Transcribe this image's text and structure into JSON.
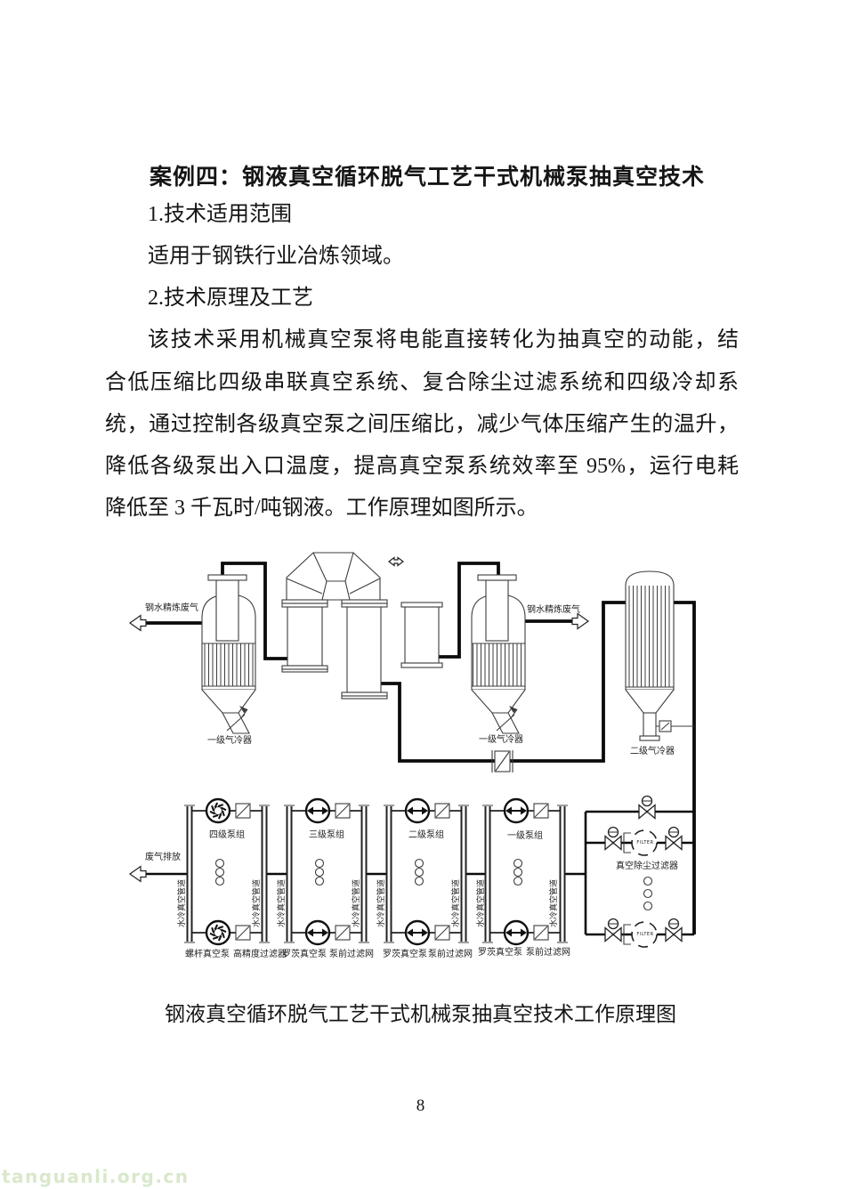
{
  "document": {
    "title": "案例四：钢液真空循环脱气工艺干式机械泵抽真空技术",
    "body_lines": [
      "1.技术适用范围",
      "适用于钢铁行业冶炼领域。",
      "2.技术原理及工艺",
      "该技术采用机械真空泵将电能直接转化为抽真空的动能，结",
      "合低压缩比四级串联真空系统、复合除尘过滤系统和四级冷却系",
      "统，通过控制各级真空泵之间压缩比，减少气体压缩产生的温升，",
      "降低各级泵出入口温度，提高真空泵系统效率至 95%，运行电耗",
      "降低至 3 千瓦时/吨钢液。工作原理如图所示。"
    ],
    "figure_caption": "钢液真空循环脱气工艺干式机械泵抽真空技术工作原理图",
    "page_number": "8",
    "watermark": "tanguanli.org.cn"
  },
  "diagram": {
    "labels": {
      "refining_gas": "钢水精炼废气",
      "cooler_stage1": "一级气冷器",
      "cooler_stage2": "二级气冷器",
      "exhaust": "废气排放",
      "group4": "四级泵组",
      "group3": "三级泵组",
      "group2": "二级泵组",
      "group1": "一级泵组",
      "dust_filter": "真空除尘过滤器",
      "filter_text": "FILTER",
      "screw_pump": "螺杆真空泵",
      "hp_filter": "高精度过滤器",
      "roots_pump": "罗茨真空泵",
      "prepump_screen": "泵前过滤网",
      "water_cooled_pipe": "水冷真空管道"
    }
  }
}
